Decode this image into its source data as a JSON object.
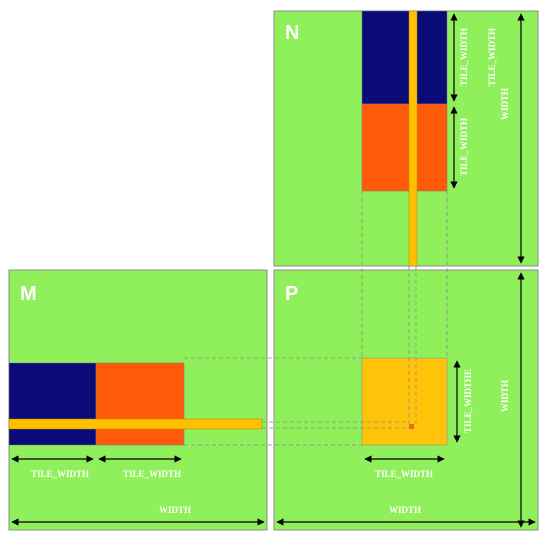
{
  "matrices": {
    "n": {
      "label": "N"
    },
    "m": {
      "label": "M"
    },
    "p": {
      "label": "P"
    }
  },
  "dimensions": {
    "tile_width": "TILE_WIDTH",
    "tile_widthe": "TILE_WIDTHE",
    "width": "WIDTH"
  },
  "colors": {
    "matrix_fill": "#8ff05c",
    "matrix_border": "#8c8c8c",
    "tile_blue": "#0a0a78",
    "tile_orange": "#ff5a0a",
    "tile_yellow": "#ffc30a",
    "strip_yellow": "#ffc000",
    "element_marker": "#e07020",
    "arrow": "#000000"
  }
}
